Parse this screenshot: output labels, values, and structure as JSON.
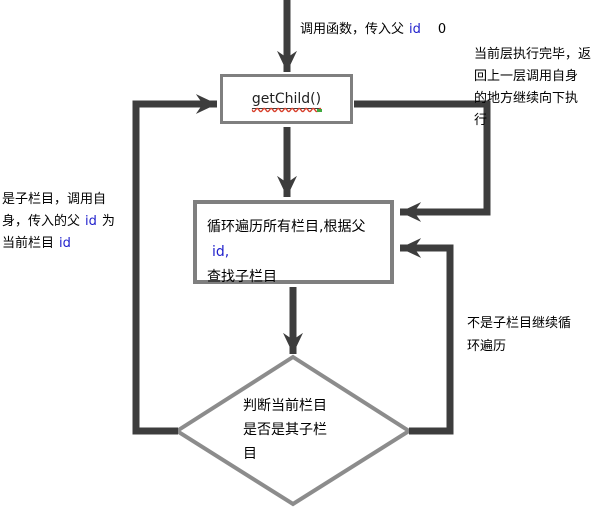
{
  "diagram": {
    "nodes": {
      "getchild": {
        "label": "getChild()"
      },
      "loop": {
        "line1_text": "循环遍历所有栏目,根据父",
        "line1_id": "id,",
        "line2": "查找子栏目"
      },
      "decision": {
        "line1": "判断当前栏目",
        "line2": "是否是其子栏",
        "line3": "目"
      }
    },
    "labels": {
      "entry": {
        "text": "调用函数，传入父",
        "id": "id",
        "value": "0"
      },
      "return_note": {
        "line1": "当前层执行完毕，返",
        "line2": "回上一层调用自身",
        "line3": "的地方继续向下执",
        "line4": "行"
      },
      "recurse_note": {
        "line1": "是子栏目，调用自",
        "line2_a": "身，传入的父",
        "line2_id": "id",
        "line2_b": "为",
        "line3_a": "当前栏目",
        "line3_id": "id"
      },
      "continue_note": {
        "line1": "不是子栏目继续循",
        "line2": "环遍历"
      }
    },
    "colors": {
      "arrow": "#3d3d3d",
      "shape_border": "#7f7f7f",
      "diamond_border": "#8c8c8c",
      "text": "#000000",
      "id_blue": "#2222cc",
      "spellcheck_red": "#d8402c",
      "grammar_green": "#3faa3f"
    }
  }
}
